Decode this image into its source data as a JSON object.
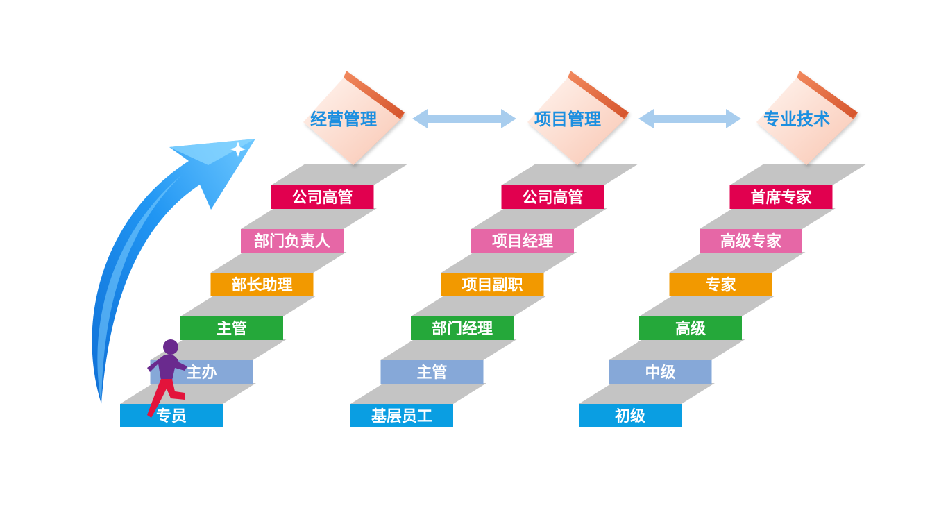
{
  "colors": {
    "tread": "#c4c4c4",
    "level_1": "#0a9ee2",
    "level_2": "#86a8d8",
    "level_3": "#25a83a",
    "level_4": "#f29900",
    "level_5": "#e667a6",
    "level_6": "#e1004f",
    "cube_front": "#fde1d6",
    "cube_side": "#ea6a3f",
    "arrow": "#1e8ef0",
    "connector": "#a8cdee"
  },
  "tracks": [
    {
      "title": "经营管理",
      "steps": [
        "专员",
        "主办",
        "主管",
        "部长助理",
        "部门负责人",
        "公司高管"
      ]
    },
    {
      "title": "项目管理",
      "steps": [
        "基层员工",
        "主管",
        "部门经理",
        "项目副职",
        "项目经理",
        "公司高管"
      ]
    },
    {
      "title": "专业技术",
      "steps": [
        "初级",
        "中级",
        "高级",
        "专家",
        "高级专家",
        "首席专家"
      ]
    }
  ],
  "icons": {
    "growth_arrow": "curved-up-arrow-icon",
    "climber": "person-climbing-icon",
    "link": "double-arrow-icon"
  }
}
